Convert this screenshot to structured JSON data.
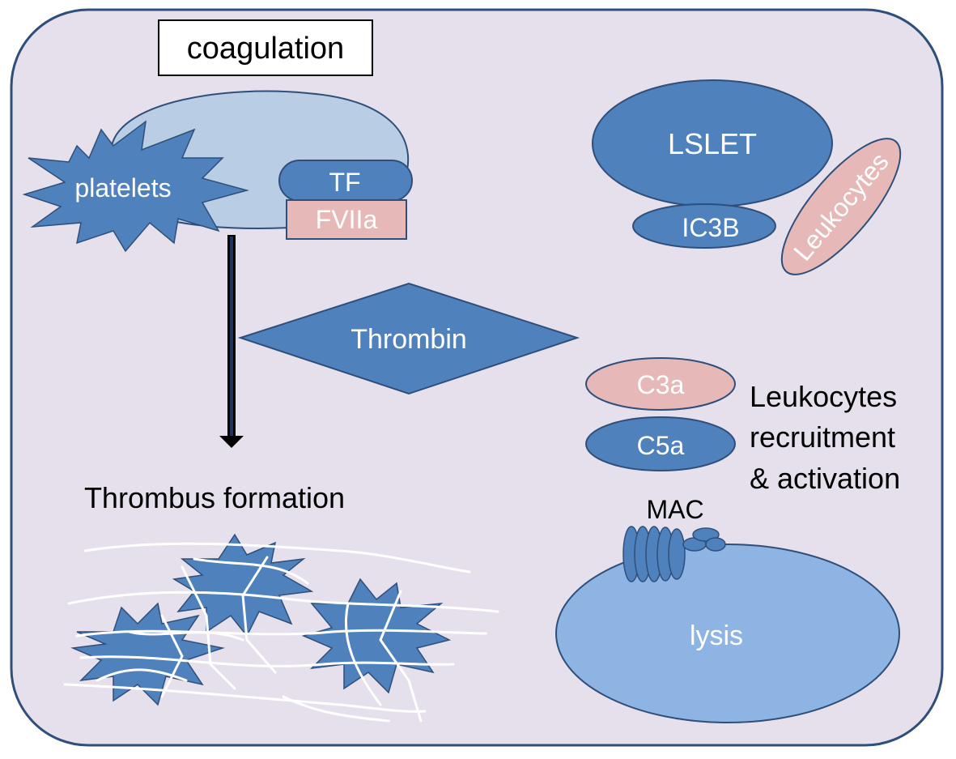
{
  "title": "coagulation",
  "labels": {
    "platelets": "platelets",
    "tf": "TF",
    "fviia": "FVIIa",
    "lslet": "LSLET",
    "ic3b": "IC3B",
    "leukocytes": "Leukocytes",
    "thrombin": "Thrombin",
    "c3a": "C3a",
    "c5a": "C5a",
    "recruitment_line1": "Leukocytes",
    "recruitment_line2": "recruitment",
    "recruitment_line3": "& activation",
    "mac": "MAC",
    "lysis": "lysis",
    "thrombus": "Thrombus formation"
  },
  "colors": {
    "background": "#e6e0ec",
    "border": "#2f4f7a",
    "blue": "#4f81bd",
    "light_blue": "#b9cde5",
    "lysis_blue": "#8eb4e3",
    "pink": "#e6b9b8",
    "white": "#ffffff"
  }
}
